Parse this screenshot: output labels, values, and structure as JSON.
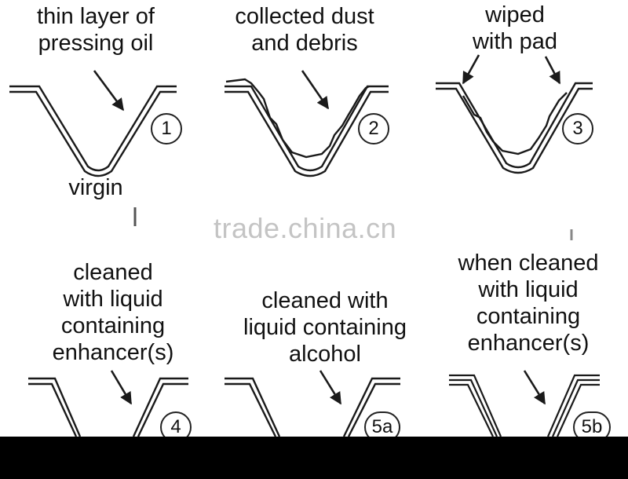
{
  "panels": {
    "p1": {
      "caption": "thin layer of\npressing oil",
      "sublabel": "virgin",
      "number": "1"
    },
    "p2": {
      "caption": "collected dust\nand debris",
      "number": "2"
    },
    "p3": {
      "caption": "wiped\nwith pad",
      "number": "3"
    },
    "p4": {
      "caption": "cleaned\nwith liquid\ncontaining\nenhancer(s)",
      "number": "4"
    },
    "p5a": {
      "caption": "cleaned with\nliquid containing\nalcohol",
      "number": "5a"
    },
    "p5b": {
      "caption": "when cleaned\nwith liquid\ncontaining\nenhancer(s)",
      "number": "5b"
    }
  },
  "watermark": "trade.china.cn",
  "colors": {
    "line": "#1a1a1a",
    "watermark": "#c4c4c4",
    "footer": "#000000"
  }
}
